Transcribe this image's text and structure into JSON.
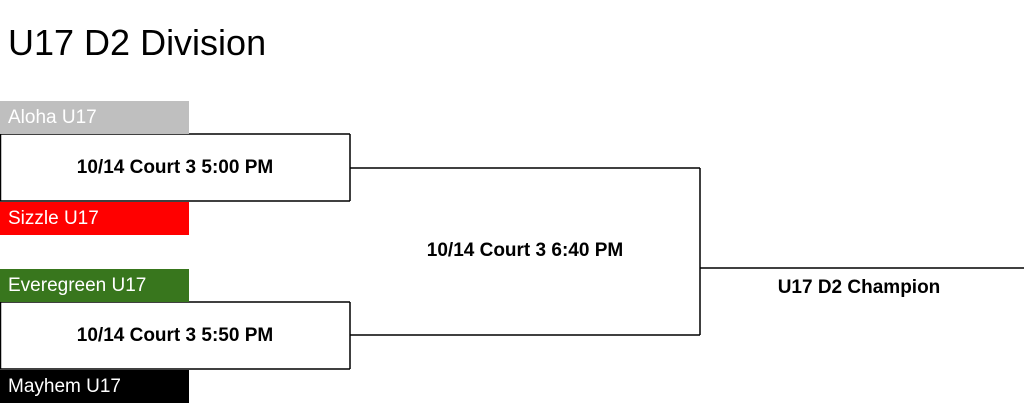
{
  "title": "U17 D2 Division",
  "teams": [
    {
      "name": "Aloha U17",
      "color": "#bfbfbf"
    },
    {
      "name": "Sizzle U17",
      "color": "#ff0000"
    },
    {
      "name": "Everegreen U17",
      "color": "#38761d"
    },
    {
      "name": "Mayhem U17",
      "color": "#000000"
    }
  ],
  "matches": {
    "semi1": "10/14 Court 3 5:00 PM",
    "semi2": "10/14 Court 3 5:50 PM",
    "final": "10/14 Court 3 6:40 PM"
  },
  "champion": "U17 D2 Champion"
}
